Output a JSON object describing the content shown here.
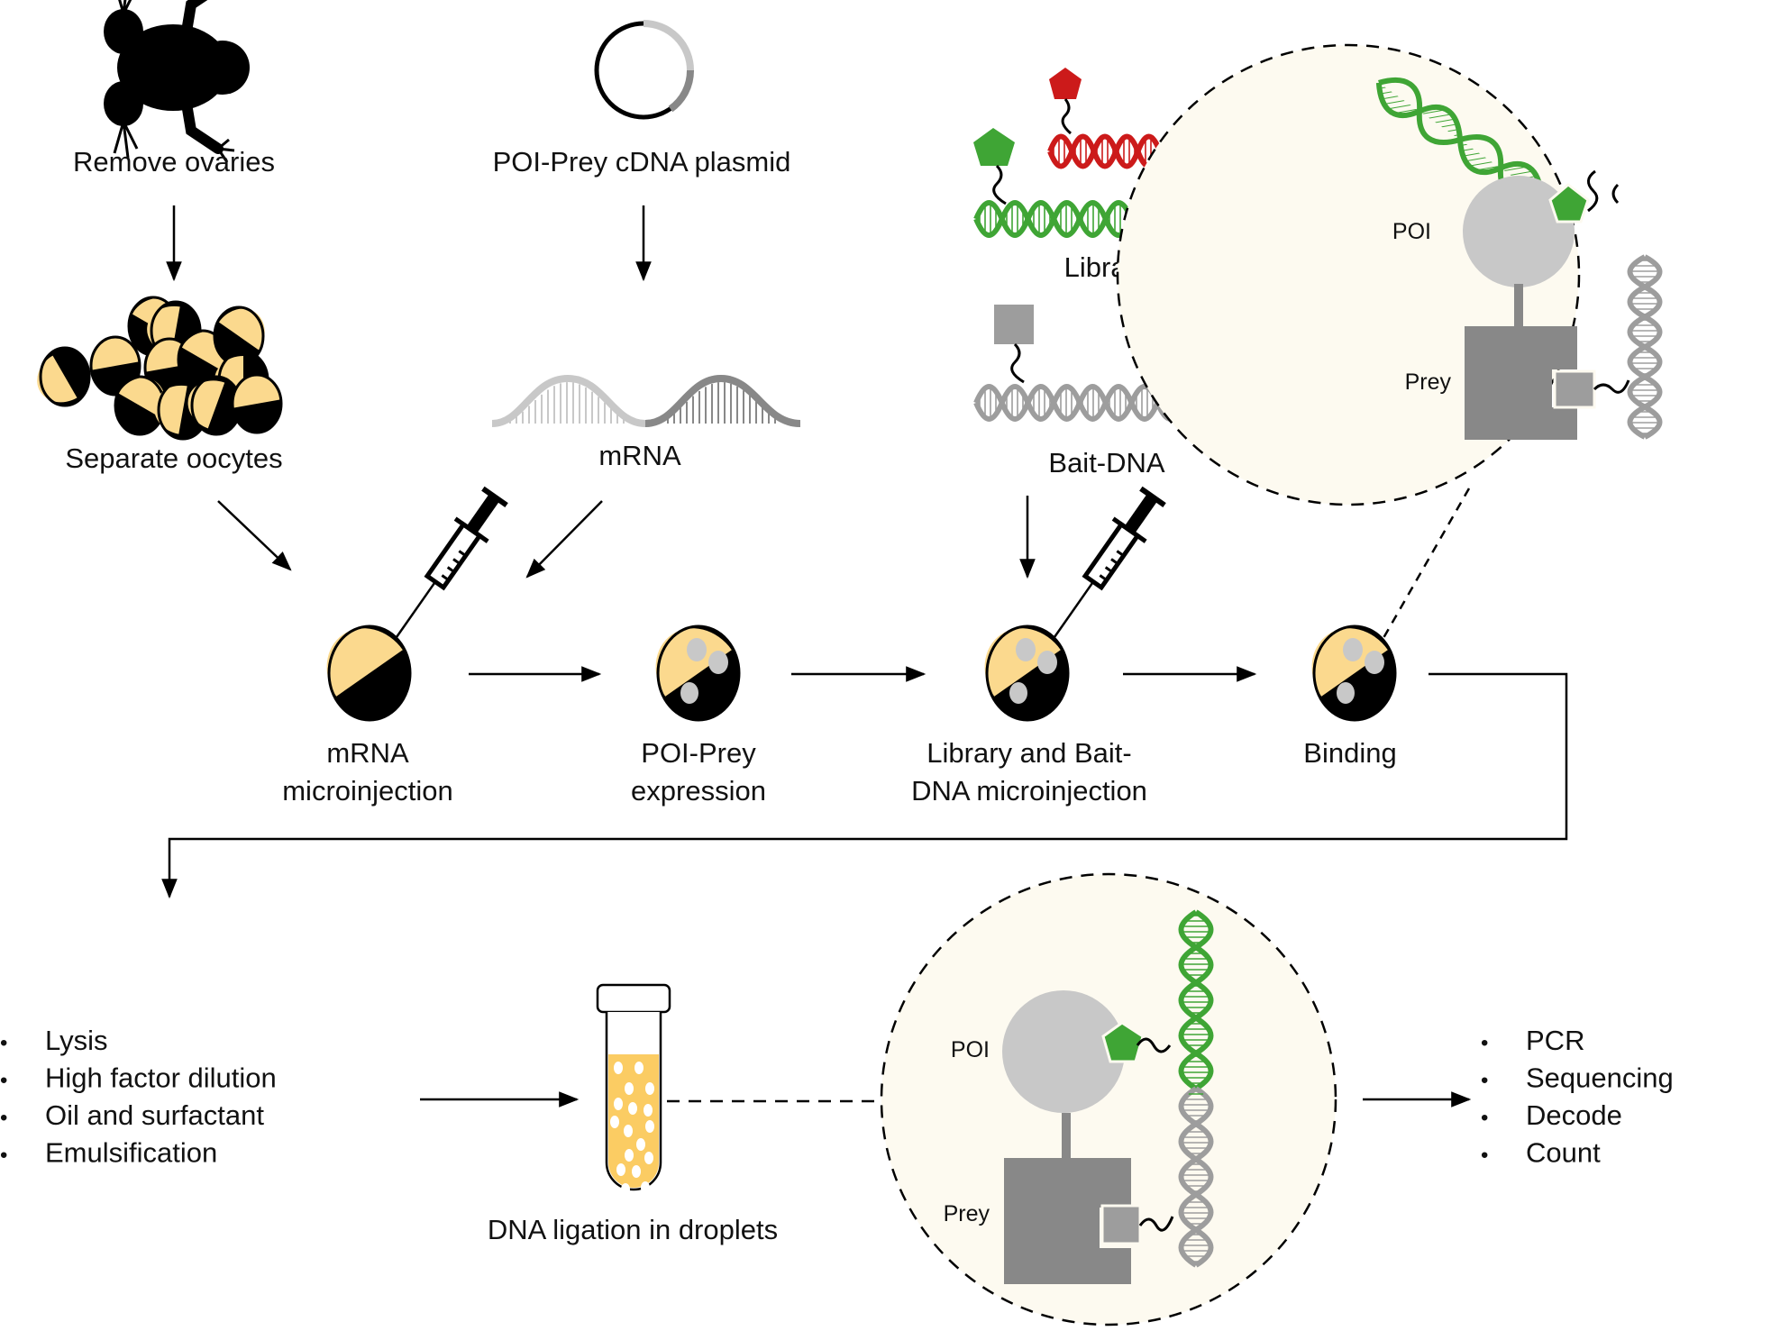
{
  "colors": {
    "yolk": "#fbd98e",
    "black": "#000000",
    "green": "#3fa535",
    "red": "#cc1a1a",
    "grey_light": "#c8c8c8",
    "grey_mid": "#9d9d9d",
    "grey_dark": "#888888",
    "zoom_bg": "#fdfaf0",
    "tube_fill": "#fbcc63"
  },
  "top": {
    "frog_label": "Remove ovaries",
    "oocytes_label": "Separate oocytes",
    "plasmid_label": "POI-Prey cDNA plasmid",
    "mrna_label": "mRNA",
    "library_label": "Library",
    "bait_label": "Bait-DNA"
  },
  "inset_top": {
    "poi_label": "POI",
    "prey_label": "Prey"
  },
  "steps": [
    {
      "line1": "mRNA",
      "line2": "microinjection"
    },
    {
      "line1": "POI-Prey",
      "line2": "expression"
    },
    {
      "line1": "Library and Bait-",
      "line2": "DNA microinjection"
    },
    {
      "line1": "Binding",
      "line2": ""
    }
  ],
  "bottom": {
    "prep_list": [
      "Lysis",
      "High factor dilution",
      "Oil and surfactant",
      "Emulsification"
    ],
    "tube_label": "DNA ligation in droplets",
    "analysis_list": [
      "PCR",
      "Sequencing",
      "Decode",
      "Count"
    ],
    "bullet": "•"
  },
  "inset_bottom": {
    "poi_label": "POI",
    "prey_label": "Prey"
  }
}
